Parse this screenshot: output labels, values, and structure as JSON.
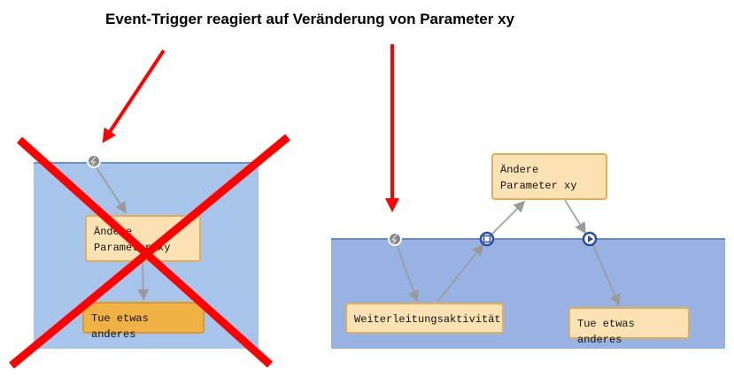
{
  "title": "Event-Trigger reagiert auf Veränderung von Parameter xy",
  "left_diagram": {
    "status": "crossed-out",
    "activities": [
      "Ändere Parameter xy",
      "Tue etwas anderes"
    ],
    "trigger_icon": "event-trigger-icon"
  },
  "right_diagram": {
    "activities": [
      "Ändere Parameter xy",
      "Weiterleitungsaktivität",
      "Tue etwas anderes"
    ],
    "icons": [
      "event-trigger-icon",
      "stop-square-icon",
      "play-icon"
    ]
  },
  "colors": {
    "arrow": "#ff0000",
    "panel_left": "#a7c4ea",
    "panel_right": "#98b3e3",
    "activity": "#fde3b3",
    "activity_selected": "#f0b245",
    "connector": "#9a9a9a",
    "node": "#2a4d9c"
  }
}
